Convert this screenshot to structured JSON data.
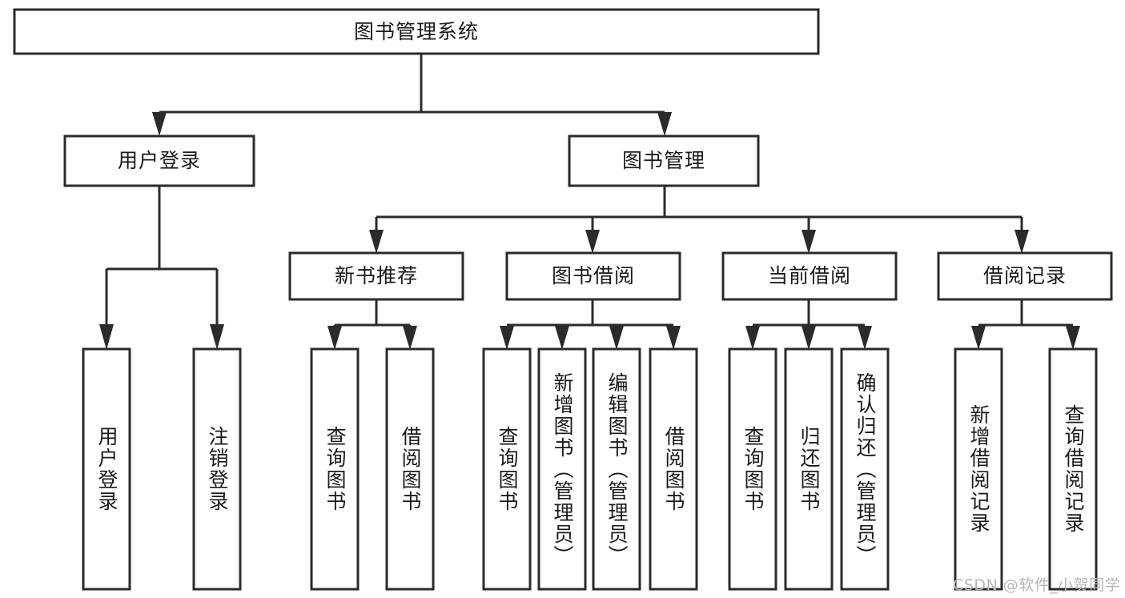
{
  "diagram": {
    "title": "图书管理系统",
    "type": "tree",
    "watermark": "CSDN @软件_小贺同学",
    "colors": {
      "stroke": "#2b2b2b",
      "box_fill": "#ffffff",
      "text": "#1a1a1a",
      "background": "#ffffff",
      "watermark": "#b6b6b6"
    },
    "nodes": {
      "root": {
        "label": "图书管理系统",
        "level": 1,
        "orientation": "horizontal"
      },
      "user_login": {
        "label": "用户登录",
        "level": 2,
        "orientation": "horizontal"
      },
      "book_manage": {
        "label": "图书管理",
        "level": 2,
        "orientation": "horizontal"
      },
      "new_book_rec": {
        "label": "新书推荐",
        "level": 3,
        "orientation": "horizontal"
      },
      "book_borrow": {
        "label": "图书借阅",
        "level": 3,
        "orientation": "horizontal"
      },
      "current_borrow": {
        "label": "当前借阅",
        "level": 3,
        "orientation": "horizontal"
      },
      "borrow_record": {
        "label": "借阅记录",
        "level": 3,
        "orientation": "horizontal"
      },
      "leaf_user_login": {
        "label": "用户登录",
        "level": 4,
        "orientation": "vertical"
      },
      "leaf_user_logout": {
        "label": "注销登录",
        "level": 4,
        "orientation": "vertical"
      },
      "leaf_rec_query": {
        "label": "查询图书",
        "level": 4,
        "orientation": "vertical"
      },
      "leaf_rec_borrow": {
        "label": "借阅图书",
        "level": 4,
        "orientation": "vertical"
      },
      "leaf_borrow_query": {
        "label": "查询图书",
        "level": 4,
        "orientation": "vertical"
      },
      "leaf_borrow_add": {
        "label": "新增图书（管理员）",
        "level": 4,
        "orientation": "vertical"
      },
      "leaf_borrow_edit": {
        "label": "编辑图书（管理员）",
        "level": 4,
        "orientation": "vertical"
      },
      "leaf_borrow_lend": {
        "label": "借阅图书",
        "level": 4,
        "orientation": "vertical"
      },
      "leaf_cur_query": {
        "label": "查询图书",
        "level": 4,
        "orientation": "vertical"
      },
      "leaf_cur_return": {
        "label": "归还图书",
        "level": 4,
        "orientation": "vertical"
      },
      "leaf_cur_confirm": {
        "label": "确认归还（管理员）",
        "level": 4,
        "orientation": "vertical"
      },
      "leaf_rec_add": {
        "label": "新增借阅记录",
        "level": 4,
        "orientation": "vertical"
      },
      "leaf_rec_search": {
        "label": "查询借阅记录",
        "level": 4,
        "orientation": "vertical"
      }
    }
  }
}
